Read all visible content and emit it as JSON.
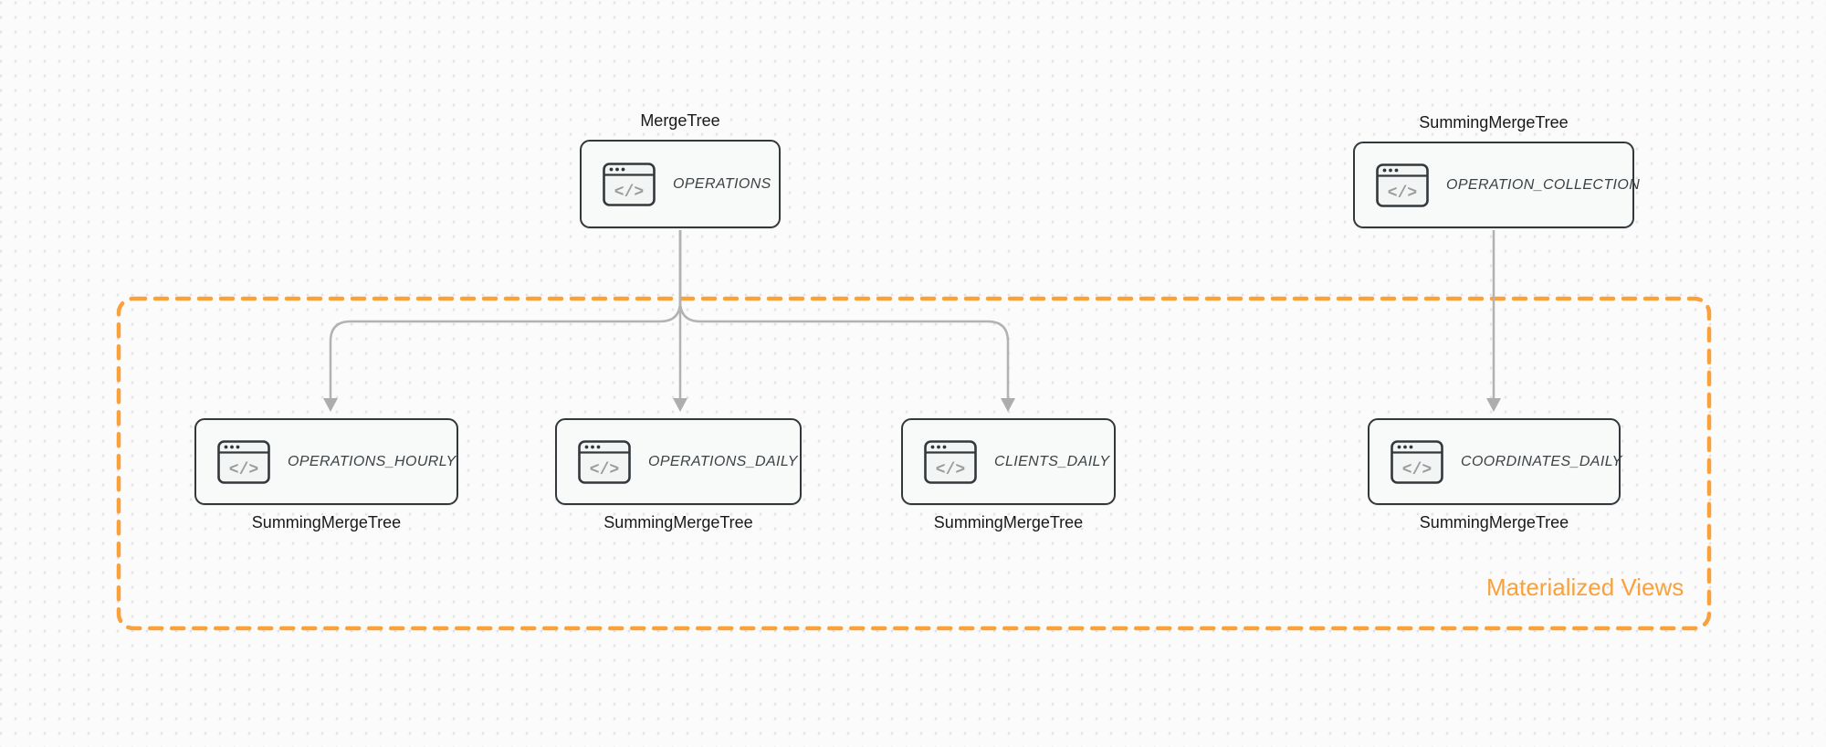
{
  "canvas": {
    "background_color": "#FBFBFB",
    "dot_color": "#E2E3E5"
  },
  "group_box": {
    "label": "Materialized Views",
    "border_color": "#F9A13B",
    "label_color": "#F9A13B"
  },
  "edges": {
    "color": "#B2B2B2",
    "list": [
      {
        "from": "OPERATIONS",
        "to": "OPERATIONS_HOURLY"
      },
      {
        "from": "OPERATIONS",
        "to": "OPERATIONS_DAILY"
      },
      {
        "from": "OPERATIONS",
        "to": "CLIENTS_DAILY"
      },
      {
        "from": "OPERATION_COLLECTION",
        "to": "COORDINATES_DAILY"
      }
    ]
  },
  "nodes": {
    "operations": {
      "name": "OPERATIONS",
      "engine": "MergeTree"
    },
    "operation_collection": {
      "name": "OPERATION_COLLECTION",
      "engine": "SummingMergeTree"
    },
    "operations_hourly": {
      "name": "OPERATIONS_HOURLY",
      "engine": "SummingMergeTree"
    },
    "operations_daily": {
      "name": "OPERATIONS_DAILY",
      "engine": "SummingMergeTree"
    },
    "clients_daily": {
      "name": "CLIENTS_DAILY",
      "engine": "SummingMergeTree"
    },
    "coordinates_daily": {
      "name": "COORDINATES_DAILY",
      "engine": "SummingMergeTree"
    }
  },
  "icons": {
    "node_icon": "browser-code-window",
    "node_icon_glyph": "</>"
  }
}
